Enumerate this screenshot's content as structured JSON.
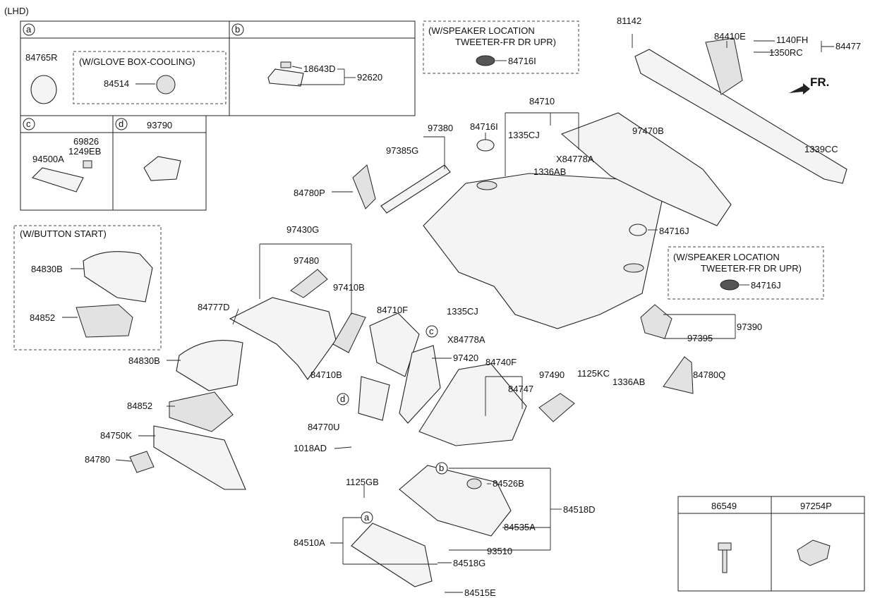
{
  "header": {
    "variant": "(LHD)"
  },
  "direction": "FR.",
  "boxes": {
    "a": {
      "letter": "a",
      "part": "84765R",
      "note": "(W/GLOVE BOX-COOLING)",
      "note_part": "84514"
    },
    "b": {
      "letter": "b",
      "parts": [
        "18643D",
        "92620"
      ]
    },
    "c": {
      "letter": "c",
      "parts": [
        "69826",
        "1249EB",
        "94500A"
      ]
    },
    "d": {
      "letter": "d",
      "part": "93790"
    },
    "button_start": {
      "title": "(W/BUTTON START)",
      "parts": [
        "84830B",
        "84852"
      ]
    },
    "speaker_top": {
      "line1": "(W/SPEAKER LOCATION",
      "line2": "TWEETER-FR DR UPR)",
      "part": "84716I"
    },
    "speaker_right": {
      "line1": "(W/SPEAKER LOCATION",
      "line2": "TWEETER-FR DR UPR)",
      "part": "84716J"
    },
    "fasteners": {
      "col1": "86549",
      "col2": "97254P"
    }
  },
  "callouts": {
    "c81142": "81142",
    "c84410E": "84410E",
    "c1140FH": "1140FH",
    "c1350RC": "1350RC",
    "c84477": "84477",
    "c84710": "84710",
    "c97380": "97380",
    "c84716I": "84716I",
    "c1335CJ_top": "1335CJ",
    "c97385G": "97385G",
    "cX84778A_top": "X84778A",
    "c1336AB_top": "1336AB",
    "c97470B": "97470B",
    "c1339CC": "1339CC",
    "c84780P": "84780P",
    "c84716J": "84716J",
    "c97430G": "97430G",
    "c97480": "97480",
    "c97410B": "97410B",
    "c84777D": "84777D",
    "c84710F": "84710F",
    "c1335CJ_mid": "1335CJ",
    "cX84778A_mid": "X84778A",
    "c97390": "97390",
    "c97395": "97395",
    "c84830B": "84830B",
    "c84710B": "84710B",
    "c97420": "97420",
    "c84740F": "84740F",
    "c97490": "97490",
    "c1125KC": "1125KC",
    "c1336AB_bot": "1336AB",
    "c84780Q": "84780Q",
    "c84852": "84852",
    "c84747": "84747",
    "c84770U": "84770U",
    "c84750K": "84750K",
    "c1018AD": "1018AD",
    "c84780": "84780",
    "c1125GB": "1125GB",
    "c84526B": "84526B",
    "c84518D": "84518D",
    "c84535A": "84535A",
    "c84510A": "84510A",
    "c93510": "93510",
    "c84518G": "84518G",
    "c84515E": "84515E"
  },
  "markers": {
    "a": "a",
    "b": "b",
    "c": "c",
    "d": "d"
  }
}
